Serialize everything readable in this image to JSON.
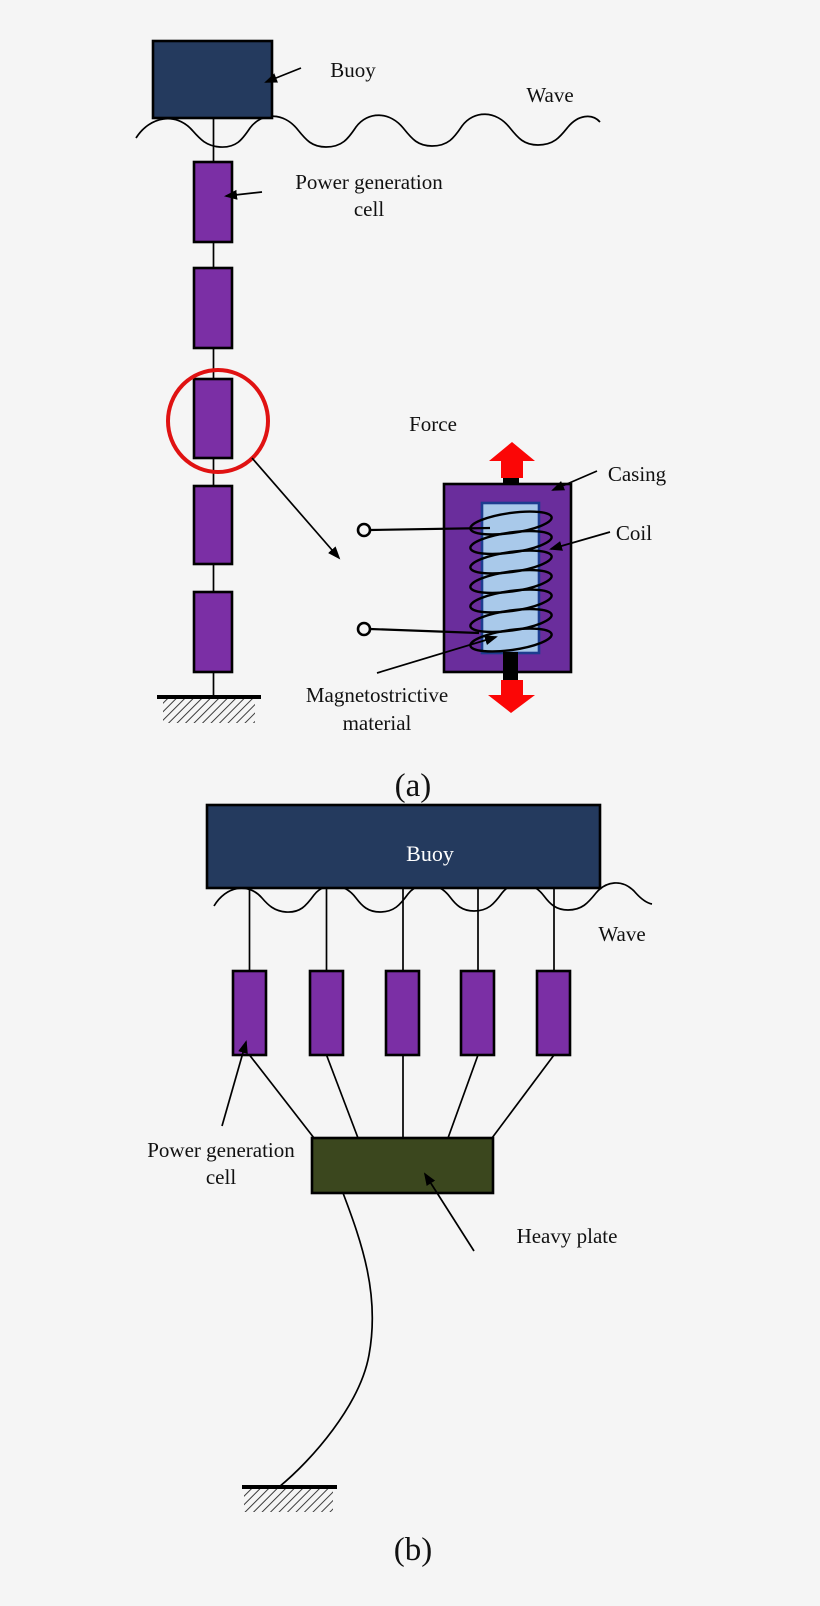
{
  "colors": {
    "background": "#f5f5f5",
    "buoy": "#243a5e",
    "power_cell": "#7b2fa5",
    "casing": "#6a2d9c",
    "magnetostrictive_core": "#a9c9ea",
    "core_border": "#1d3d8f",
    "heavy_plate": "#3b471e",
    "force_arrow": "#fb0606",
    "highlight_circle": "#e01212",
    "line": "#000000"
  },
  "panel_a": {
    "caption": "(a)",
    "buoy_label": "Buoy",
    "wave_label": "Wave",
    "power_cell_label_line1": "Power generation",
    "power_cell_label_line2": "cell",
    "cell_count": 5,
    "detail": {
      "force_label": "Force",
      "casing_label": "Casing",
      "coil_label": "Coil",
      "material_label_line1": "Magnetostrictive",
      "material_label_line2": "material",
      "coil_turns": 7,
      "terminal_count": 2
    }
  },
  "panel_b": {
    "caption": "(b)",
    "buoy_label": "Buoy",
    "wave_label": "Wave",
    "power_cell_label_line1": "Power generation",
    "power_cell_label_line2": "cell",
    "heavy_plate_label": "Heavy plate",
    "cell_count": 5
  }
}
